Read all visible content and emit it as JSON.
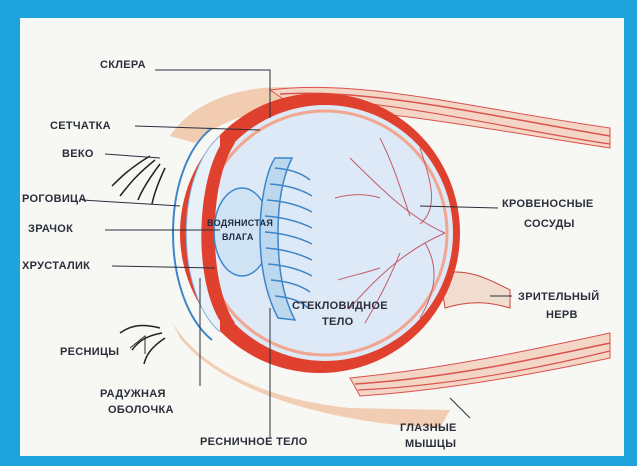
{
  "labels": {
    "sclera": "СКЛЕРА",
    "retina": "СЕТЧАТКА",
    "eyelid": "ВЕКО",
    "conjunctiva": "РОГОВИЦА",
    "pupil": "ЗРАЧОК",
    "lens": "ХРУСТАЛИК",
    "eyelashes": "РЕСНИЦЫ",
    "iris_line1": "РАДУЖНАЯ",
    "iris_line2": "ОБОЛОЧКА",
    "ciliary_body": "РЕСНИЧНОЕ ТЕЛО",
    "eye_muscles_line1": "ГЛАЗНЫЕ",
    "eye_muscles_line2": "МЫШЦЫ",
    "optic_nerve_line1": "ЗРИТЕЛЬНЫЙ",
    "optic_nerve_line2": "НЕРВ",
    "blood_vessels_line1": "КРОВЕНОСНЫЕ",
    "blood_vessels_line2": "СОСУДЫ",
    "aqueous_line1": "ВОДЯНИСТАЯ",
    "aqueous_line2": "ВЛАГА",
    "vitreous_line1": "СТЕКЛОВИДНОЕ",
    "vitreous_line2": "ТЕЛО"
  },
  "colors": {
    "frame": "#1fa3dd",
    "paper": "#f7f7f4",
    "sclera_red": "#e0402e",
    "inner_fill": "#dde9f6",
    "lens_fill": "#cfe3f4",
    "ciliary_blue": "#3d86c9",
    "skin": "#f0c6a8",
    "label_text": "#2a2f3a"
  }
}
